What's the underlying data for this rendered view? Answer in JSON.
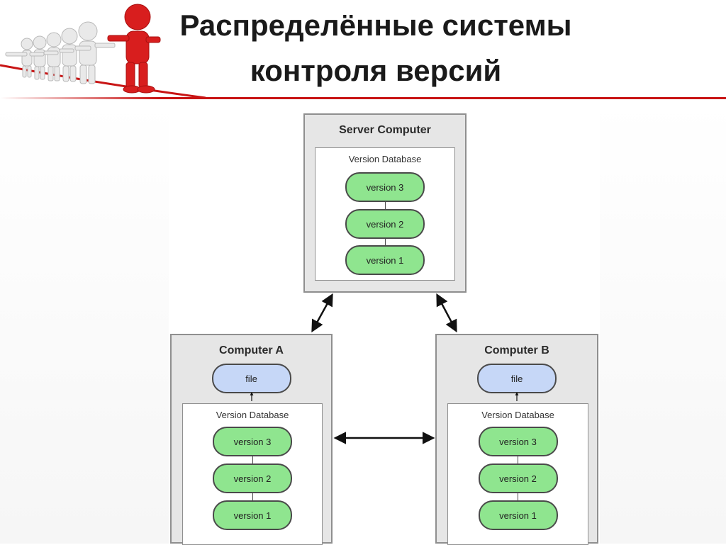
{
  "slide": {
    "title_line1": "Распределённые системы",
    "title_line2": "контроля версий"
  },
  "colors": {
    "accent_red": "#c81414",
    "version_green": "#8fe58f",
    "file_blue": "#c6d7f7",
    "box_gray": "#e6e6e6"
  },
  "diagram": {
    "server": {
      "title": "Server Computer",
      "db_label": "Version Database",
      "versions": [
        "version 3",
        "version 2",
        "version 1"
      ]
    },
    "computer_a": {
      "title": "Computer A",
      "file_label": "file",
      "db_label": "Version Database",
      "versions": [
        "version 3",
        "version 2",
        "version 1"
      ]
    },
    "computer_b": {
      "title": "Computer B",
      "file_label": "file",
      "db_label": "Version Database",
      "versions": [
        "version 3",
        "version 2",
        "version 1"
      ]
    }
  }
}
